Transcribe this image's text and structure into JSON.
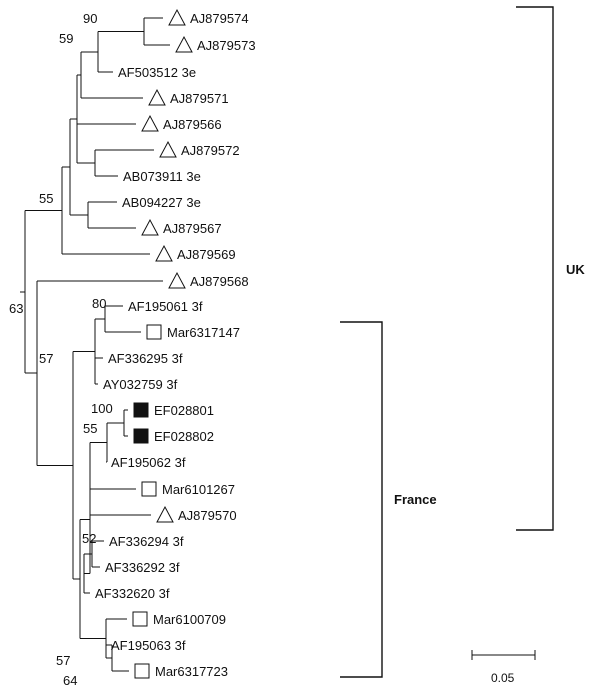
{
  "tree": {
    "leaves": [
      {
        "label": "AJ879574",
        "symbol": "open-triangle"
      },
      {
        "label": "AJ879573",
        "symbol": "open-triangle"
      },
      {
        "label": "AF503512 3e",
        "symbol": "none"
      },
      {
        "label": "AJ879571",
        "symbol": "open-triangle"
      },
      {
        "label": "AJ879566",
        "symbol": "open-triangle"
      },
      {
        "label": "AJ879572",
        "symbol": "open-triangle"
      },
      {
        "label": "AB073911 3e",
        "symbol": "none"
      },
      {
        "label": "AB094227 3e",
        "symbol": "none"
      },
      {
        "label": "AJ879567",
        "symbol": "open-triangle"
      },
      {
        "label": "AJ879569",
        "symbol": "open-triangle"
      },
      {
        "label": "AJ879568",
        "symbol": "open-triangle"
      },
      {
        "label": "AF195061 3f",
        "symbol": "none"
      },
      {
        "label": "Mar6317147",
        "symbol": "open-square"
      },
      {
        "label": "AF336295 3f",
        "symbol": "none"
      },
      {
        "label": "AY032759 3f",
        "symbol": "none"
      },
      {
        "label": "EF028801",
        "symbol": "filled-square"
      },
      {
        "label": "EF028802",
        "symbol": "filled-square"
      },
      {
        "label": "AF195062 3f",
        "symbol": "none"
      },
      {
        "label": "Mar6101267",
        "symbol": "open-square"
      },
      {
        "label": "AJ879570",
        "symbol": "open-triangle"
      },
      {
        "label": "AF336294 3f",
        "symbol": "none"
      },
      {
        "label": "AF336292 3f",
        "symbol": "none"
      },
      {
        "label": "AF332620 3f",
        "symbol": "none"
      },
      {
        "label": "Mar6100709",
        "symbol": "open-square"
      },
      {
        "label": "AF195063 3f",
        "symbol": "none"
      },
      {
        "label": "Mar6317723",
        "symbol": "open-square"
      }
    ],
    "support_values": [
      "90",
      "59",
      "55",
      "63",
      "80",
      "57",
      "100",
      "55",
      "52",
      "57",
      "64"
    ],
    "groups": [
      {
        "label": "UK"
      },
      {
        "label": "France"
      }
    ],
    "scale_bar": {
      "label": "0.05"
    }
  }
}
